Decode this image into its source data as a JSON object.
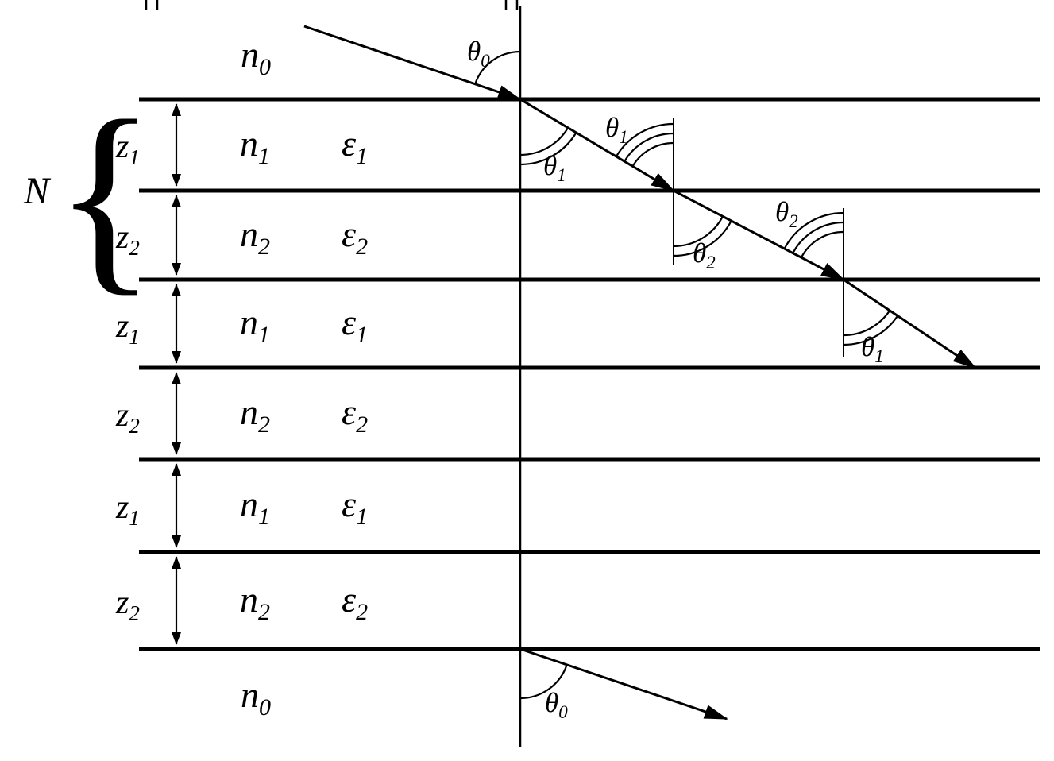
{
  "figure": {
    "colors": {
      "ink": "#000000",
      "background": "#ffffff"
    },
    "ambient": {
      "top": {
        "base": "n",
        "sub": "0"
      },
      "bottom": {
        "base": "n",
        "sub": "0"
      }
    },
    "period": {
      "label": "N",
      "brace": "{"
    },
    "layers": [
      {
        "z": {
          "base": "z",
          "sub": "1"
        },
        "n": {
          "base": "n",
          "sub": "1"
        },
        "eps": {
          "base": "ε",
          "sub": "1"
        }
      },
      {
        "z": {
          "base": "z",
          "sub": "2"
        },
        "n": {
          "base": "n",
          "sub": "2"
        },
        "eps": {
          "base": "ε",
          "sub": "2"
        }
      },
      {
        "z": {
          "base": "z",
          "sub": "1"
        },
        "n": {
          "base": "n",
          "sub": "1"
        },
        "eps": {
          "base": "ε",
          "sub": "1"
        }
      },
      {
        "z": {
          "base": "z",
          "sub": "2"
        },
        "n": {
          "base": "n",
          "sub": "2"
        },
        "eps": {
          "base": "ε",
          "sub": "2"
        }
      },
      {
        "z": {
          "base": "z",
          "sub": "1"
        },
        "n": {
          "base": "n",
          "sub": "1"
        },
        "eps": {
          "base": "ε",
          "sub": "1"
        }
      },
      {
        "z": {
          "base": "z",
          "sub": "2"
        },
        "n": {
          "base": "n",
          "sub": "2"
        },
        "eps": {
          "base": "ε",
          "sub": "2"
        }
      }
    ],
    "angles": {
      "theta0_top": {
        "base": "θ",
        "sub": "0"
      },
      "theta1_below_interface1": {
        "base": "θ",
        "sub": "1"
      },
      "theta1_above_interface2": {
        "base": "θ",
        "sub": "1"
      },
      "theta2_below_interface2": {
        "base": "θ",
        "sub": "2"
      },
      "theta2_above_interface3": {
        "base": "θ",
        "sub": "2"
      },
      "theta1_below_interface3": {
        "base": "θ",
        "sub": "1"
      },
      "theta0_bottom": {
        "base": "θ",
        "sub": "0"
      }
    }
  }
}
